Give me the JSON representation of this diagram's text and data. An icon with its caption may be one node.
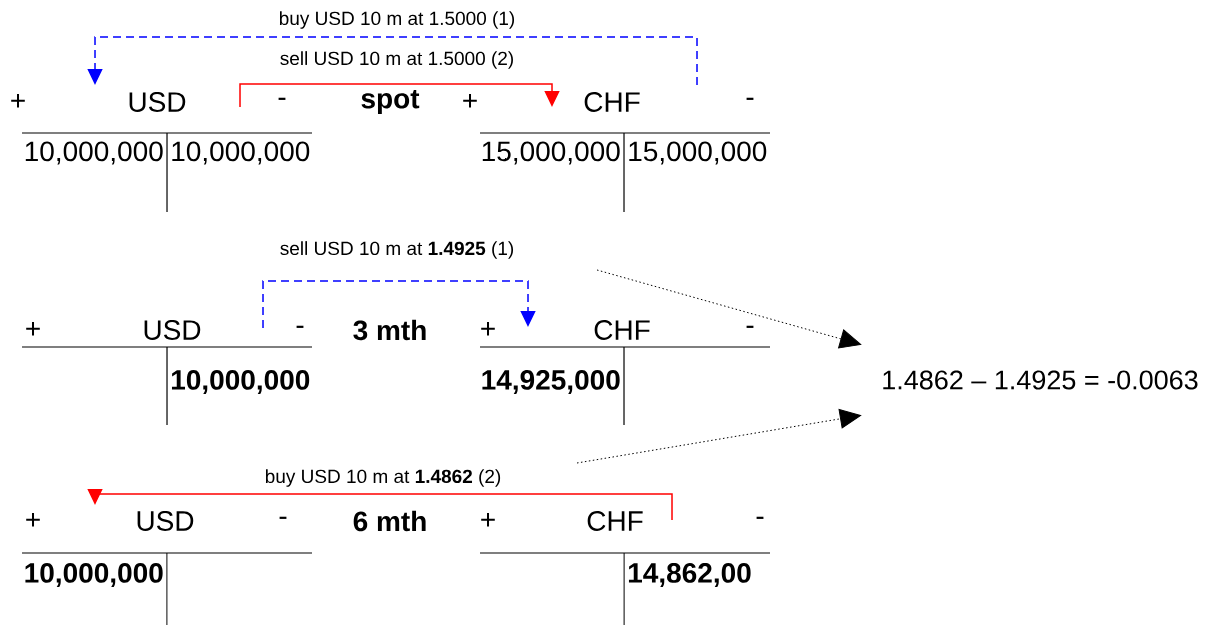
{
  "diagram": {
    "nodes": [
      {
        "text": [
          "+",
          "USD",
          "-",
          "10,000,000",
          "10,000,000"
        ]
      },
      {
        "text": [
          "+",
          "CHF",
          "-",
          "15,000,000",
          "15,000,000"
        ]
      },
      {
        "text": [
          "+",
          "USD",
          "-",
          "10,000,000"
        ]
      },
      {
        "text": [
          "+",
          "CHF",
          "-",
          "14,925,000"
        ]
      },
      {
        "text": [
          "+",
          "USD",
          "-",
          "10,000,000"
        ]
      },
      {
        "text": [
          "+",
          "CHF",
          "-",
          "14,862,00"
        ]
      },
      {
        "text": [
          "1.4862 – 1.4925 = -0.0063"
        ]
      }
    ],
    "edges": [
      {
        "from": 1,
        "to": 0,
        "arrow": "to",
        "label": "buy USD 10 m at 1.5000 (1)",
        "style": "dashed",
        "color": "#0000ff"
      },
      {
        "from": 0,
        "to": 1,
        "arrow": "to",
        "label": "sell USD 10 m at 1.5000 (2)",
        "color": "#ff0000"
      },
      {
        "from": 2,
        "to": 3,
        "arrow": "to",
        "label": "sell USD 10 m at **1.4925** (1)",
        "style": "dashed",
        "color": "#0000ff"
      },
      {
        "from": 5,
        "to": 4,
        "arrow": "to",
        "label": "buy USD 10 m at **1.4862** (2)",
        "color": "#ff0000"
      },
      {
        "from": null,
        "to": 6,
        "arrow": "to",
        "style": "dashed",
        "color": "#000000"
      },
      {
        "from": null,
        "to": 6,
        "arrow": "to",
        "style": "dashed",
        "color": "#000000"
      }
    ],
    "labels": [
      "spot",
      "3 mth",
      "6 mth"
    ]
  }
}
